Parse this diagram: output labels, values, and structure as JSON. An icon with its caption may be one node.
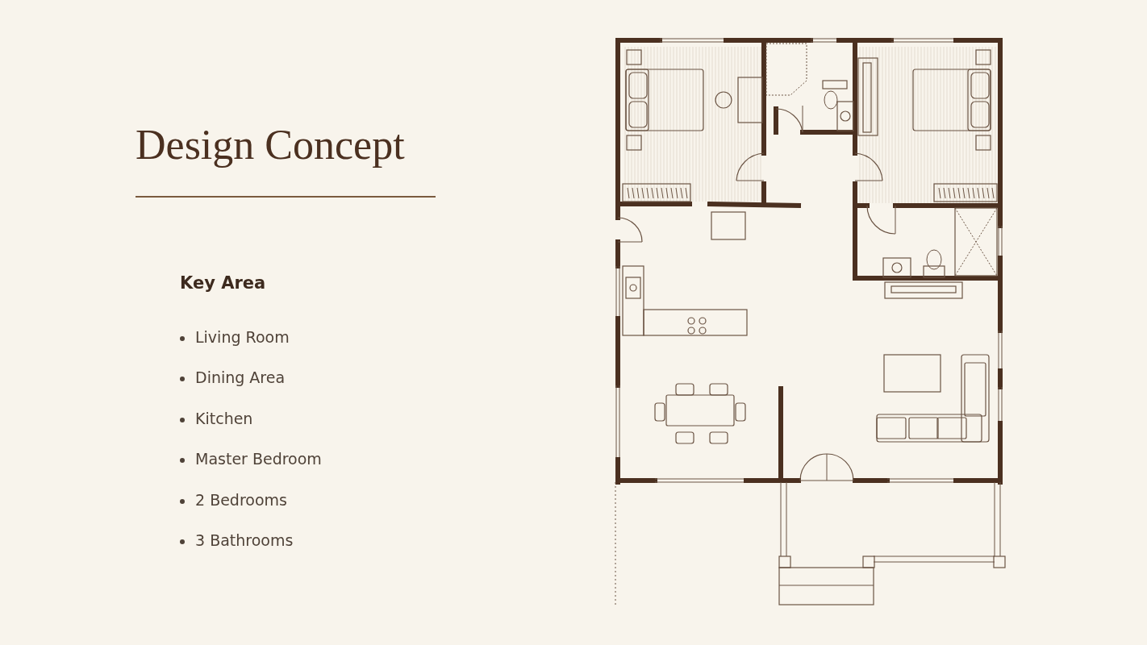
{
  "diagram": {
    "title": "Design Concept",
    "labels": [
      "Key Area",
      "Living Room",
      "Dining Area",
      "Kitchen",
      "Master Bedroom",
      "2 Bedrooms",
      "3 Bathrooms"
    ]
  }
}
